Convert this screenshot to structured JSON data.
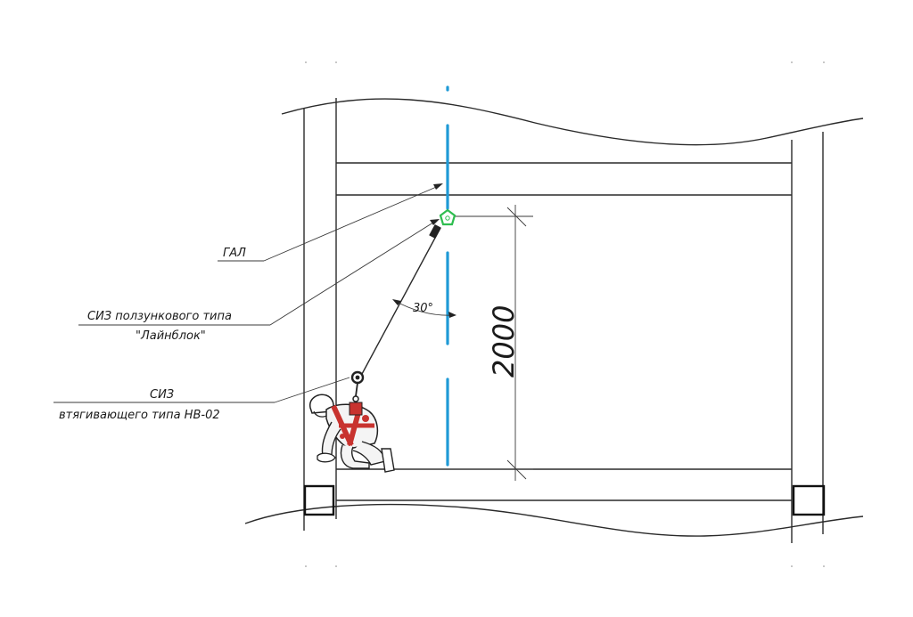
{
  "labels": {
    "gal": "ГАЛ",
    "slider_line1": "СИЗ ползункового типа",
    "slider_line2": "\"Лайнблок\"",
    "retract_line1": "СИЗ",
    "retract_line2": "втягивающего типа НВ-02"
  },
  "dimension": {
    "height_value": "2000"
  },
  "angle": {
    "value": "30°"
  },
  "colors": {
    "anchor_line": "#1f9ad6",
    "anchor_device": "#2ebd4f",
    "harness": "#c8332f",
    "lines": "#2a2a2a"
  }
}
